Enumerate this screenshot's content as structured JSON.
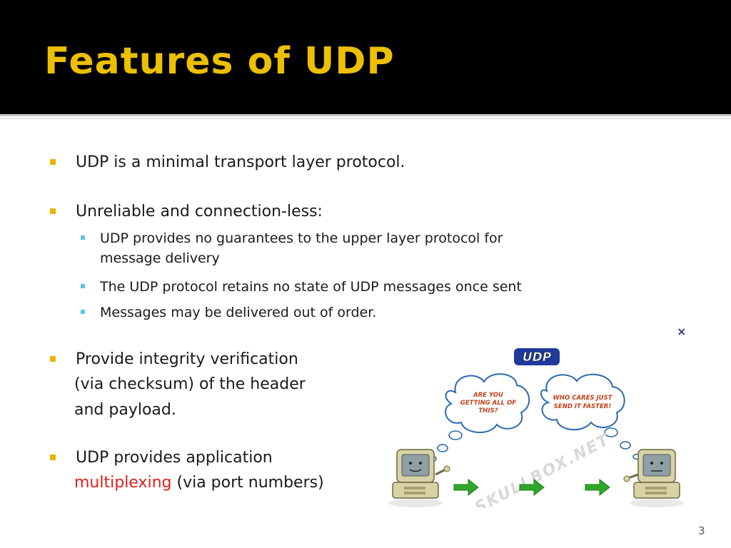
{
  "slide": {
    "title": "Features of UDP",
    "bullets": [
      {
        "text": "UDP is a minimal transport layer protocol."
      },
      {
        "text": "Unreliable and connection-less:",
        "sub": [
          {
            "lines": [
              "UDP provides no guarantees to the upper layer protocol for",
              "message delivery"
            ]
          },
          {
            "lines": [
              "The UDP protocol retains no state of UDP messages once sent"
            ]
          },
          {
            "lines": [
              "Messages may be delivered out of order."
            ]
          }
        ]
      },
      {
        "lines": [
          "Provide integrity verification",
          "(via checksum) of the header",
          "and payload."
        ]
      },
      {
        "line1": "UDP provides application",
        "line2_highlight": "multiplexing",
        "line2_rest": " (via port numbers)"
      }
    ],
    "page_number": "3",
    "close_glyph": "×"
  },
  "illustration": {
    "logo_text": "UDP",
    "bubble_left": [
      "ARE YOU",
      "GETTING ALL OF",
      "THIS?"
    ],
    "bubble_right": [
      "WHO CARES JUST",
      "SEND IT FASTER!"
    ],
    "watermark": "SKULLBOX.NET"
  },
  "colors": {
    "title": "#ecc000",
    "title_bar": "#000000",
    "bullet_mark": "#e8b400",
    "sub_mark": "#5dc3ea",
    "highlight": "#e0201a",
    "arrow": "#2fa82a"
  }
}
